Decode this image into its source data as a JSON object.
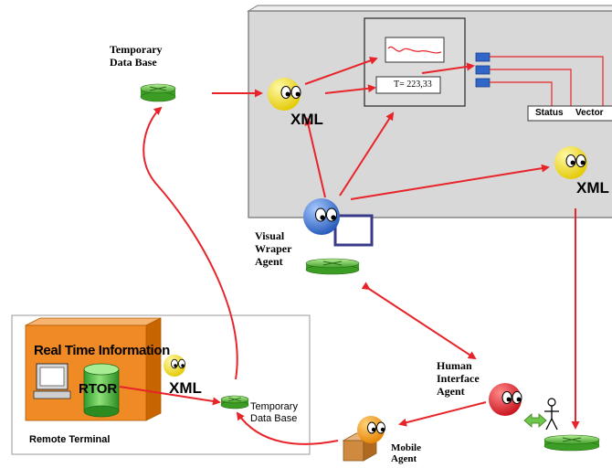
{
  "labels": {
    "top_temp_db": "Temporary\nData Base",
    "xml_center": "XML",
    "xml_right": "XML",
    "xml_remote": "XML",
    "readout": "T= 223,33",
    "status": "Status",
    "vector": "Vector",
    "visual_wrapper_agent": "Visual\nWraper\nAgent",
    "human_interface_agent": "Human\nInterface\nAgent",
    "real_time_information": "Real Time Information",
    "rtor": "RTOR",
    "remote_terminal": "Remote Terminal",
    "bottom_temp_db": "Temporary\nData Base",
    "mobile_agent": "Mobile\nAgent"
  },
  "colors": {
    "arrow": "#e8242b",
    "panel": "#d8d8d8",
    "db_green": "#6dc64a",
    "agent_yellow": "#f2e21c",
    "agent_blue": "#3e78d6",
    "agent_red": "#e8242b",
    "agent_orange": "#f7a21c",
    "terminal_orange": "#f08a24",
    "link_blue": "#2f66c8"
  }
}
